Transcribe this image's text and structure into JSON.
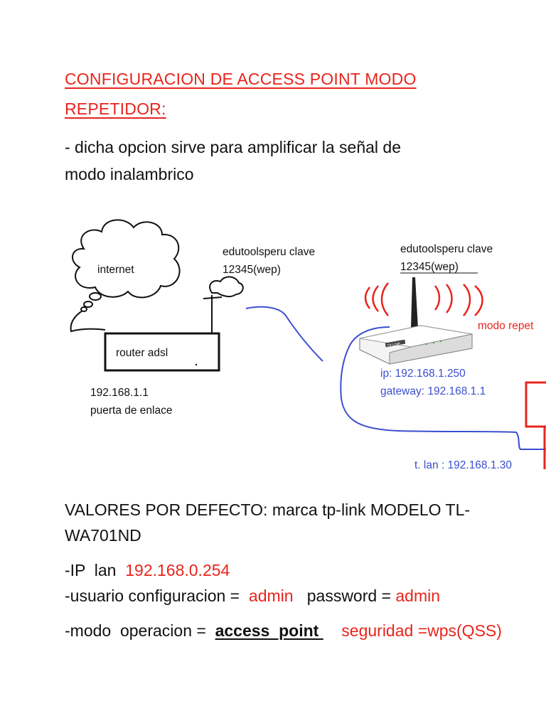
{
  "title": {
    "line1": "CONFIGURACION DE  ACCESS  POINT  MODO ",
    "line2": "REPETIDOR:"
  },
  "intro": {
    "line1": "- dicha  opcion  sirve  para  amplificar  la  señal   de",
    "line2": "modo  inalambrico"
  },
  "diagram": {
    "cloud_label": "internet",
    "router_label": "router adsl",
    "router_ip": "192.168.1.1",
    "router_gateway_label": "puerta   de enlace",
    "ssid_left_line1": "edutoolsperu  clave",
    "ssid_left_line2": "12345(wep)",
    "ssid_right_line1": "edutoolsperu  clave",
    "ssid_right_line2": "12345(wep)",
    "mode_label": "modo repet",
    "ap_ip": "ip: 192.168.1.250",
    "ap_gateway": "gateway: 192.168.1.1",
    "lan_ip": "t. lan : 192.168.1.30",
    "ap_brand": "TP-LINK",
    "colors": {
      "red": "#e8241c",
      "blue": "#3b4ed0"
    }
  },
  "defaults": {
    "line1": "VALORES  POR  DEFECTO:    marca tp-link     MODELO   TL-",
    "line2": "WA701ND",
    "ip_label": "-IP  lan  ",
    "ip_value": "192.168.0.254",
    "user_label": "-usuario configuracion =  ",
    "user_value": "admin",
    "password_label": "   password = ",
    "password_value": "admin",
    "mode_label": "-modo  operacion =  ",
    "mode_value": "access  point ",
    "security_label": "    seguridad =wps(QSS)"
  }
}
